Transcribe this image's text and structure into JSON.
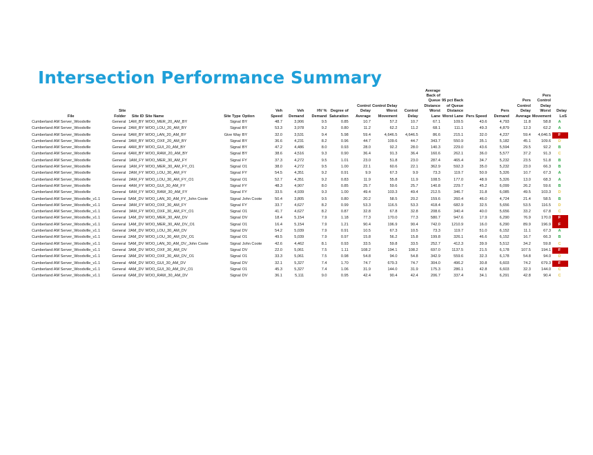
{
  "title": "Intersection Performance Summary",
  "colors": {
    "title": "#1E9FD8",
    "los_A": "#2AA745",
    "los_B": "#2AA745",
    "los_C": "#E0C341",
    "los_D": "#E0C341",
    "los_F_bg": "#C00000"
  },
  "columns": [
    "File",
    "Site Folder",
    "Site ID",
    "Site Name",
    "Site Type",
    "Option",
    "Veh Speed",
    "Veh Demand",
    "HV % Demand",
    "Degree of Saturation",
    "Control Delay Average",
    "Control Delay Worst Movement",
    "Control Delay",
    "Average Back of Queue Distance Worst Lane",
    "95 pct Back of Queue Distance Worst Lane",
    "Pers Speed",
    "Pers Demand",
    "Pers Control Delay Average",
    "Pers Control Delay Worst Movement",
    "Delay LoS"
  ],
  "rows": [
    [
      "Cumberland AM Server_Woodville",
      "General",
      "1AM_BY",
      "WOO_MER_20_AM_BY",
      "Signal",
      "BY",
      "48.7",
      "3,906",
      "9.5",
      "0.85",
      "10.7",
      "57.2",
      "10.7",
      "67.1",
      "109.5",
      "43.6",
      "4,793",
      "11.8",
      "58.8",
      "A"
    ],
    [
      "Cumberland AM Server_Woodville",
      "General",
      "2AM_BY",
      "WOO_LOU_20_AM_BY",
      "Signal",
      "BY",
      "53.3",
      "3,978",
      "9.2",
      "0.80",
      "11.2",
      "62.2",
      "11.2",
      "68.1",
      "111.1",
      "49.3",
      "4,879",
      "12.3",
      "62.2",
      "A"
    ],
    [
      "Cumberland AM Server_Woodville",
      "General",
      "5AM_BY",
      "WOO_LAN_20_AM_BY",
      "Give Way",
      "BY",
      "32.0",
      "3,531",
      "9.4",
      "5.98",
      "59.4",
      "4,646.5",
      "4,646.5",
      "86.6",
      "215.1",
      "32.0",
      "4,237",
      "59.4",
      "4,646.5",
      "F"
    ],
    [
      "Cumberland AM Server_Woodville",
      "General",
      "3AM_BY",
      "WOO_OXF_20_AM_BY",
      "Signal",
      "BY",
      "36.6",
      "4,231",
      "8.2",
      "0.96",
      "44.7",
      "109.6",
      "44.7",
      "343.7",
      "550.9",
      "35.1",
      "5,182",
      "45.1",
      "109.6",
      "D"
    ],
    [
      "Cumberland AM Server_Woodville",
      "General",
      "4AM_BY",
      "WOO_GUI_20_AM_BY",
      "Signal",
      "BY",
      "47.2",
      "4,486",
      "8.0",
      "0.93",
      "28.0",
      "92.2",
      "28.0",
      "140.3",
      "229.0",
      "43.6",
      "5,594",
      "29.5",
      "92.2",
      "B"
    ],
    [
      "Cumberland AM Server_Woodville",
      "General",
      "6AM_BY",
      "WOO_RAW_20_AM_BY",
      "Signal",
      "BY",
      "38.6",
      "4,516",
      "9.3",
      "0.90",
      "36.4",
      "91.3",
      "36.4",
      "160.6",
      "262.1",
      "36.0",
      "5,577",
      "37.2",
      "91.3",
      "C"
    ],
    [
      "Cumberland AM Server_Woodville",
      "General",
      "1AM_FY",
      "WOO_MER_30_AM_FY",
      "Signal",
      "FY",
      "37.3",
      "4,272",
      "9.5",
      "1.01",
      "23.0",
      "51.8",
      "23.0",
      "287.4",
      "465.4",
      "34.7",
      "5,232",
      "23.5",
      "51.8",
      "B"
    ],
    [
      "Cumberland AM Server_Woodville",
      "General",
      "1AM_FY",
      "WOO_MER_30_AM_FY_O1",
      "Signal",
      "O1",
      "38.0",
      "4,272",
      "9.5",
      "1.00",
      "22.1",
      "60.6",
      "22.1",
      "362.9",
      "592.3",
      "35.0",
      "5,232",
      "23.0",
      "66.3",
      "B"
    ],
    [
      "Cumberland AM Server_Woodville",
      "General",
      "2AM_FY",
      "WOO_LOU_30_AM_FY",
      "Signal",
      "FY",
      "54.5",
      "4,351",
      "9.2",
      "0.91",
      "9.9",
      "67.3",
      "9.9",
      "73.3",
      "119.7",
      "50.9",
      "5,326",
      "10.7",
      "67.3",
      "A"
    ],
    [
      "Cumberland AM Server_Woodville",
      "General",
      "2AM_FY",
      "WOO_LOU_30_AM_FY_O1",
      "Signal",
      "O1",
      "52.7",
      "4,351",
      "9.2",
      "0.83",
      "11.9",
      "55.8",
      "11.9",
      "108.5",
      "177.0",
      "48.9",
      "5,326",
      "13.0",
      "68.3",
      "A"
    ],
    [
      "Cumberland AM Server_Woodville",
      "General",
      "4AM_FY",
      "WOO_GUI_30_AM_FY",
      "Signal",
      "FY",
      "48.3",
      "4,907",
      "8.0",
      "0.85",
      "25.7",
      "59.6",
      "25.7",
      "140.8",
      "229.7",
      "45.2",
      "6,099",
      "26.2",
      "59.6",
      "B"
    ],
    [
      "Cumberland AM Server_Woodville",
      "General",
      "6AM_FY",
      "WOO_RAW_30_AM_FY",
      "Signal",
      "FY",
      "33.5",
      "4,939",
      "9.3",
      "1.00",
      "49.4",
      "103.3",
      "49.4",
      "212.5",
      "346.7",
      "31.8",
      "6,085",
      "49.5",
      "103.3",
      "D"
    ],
    [
      "Cumberland AM Server_Woodville_v1.1",
      "General",
      "5AM_DV",
      "WOO_LAN_30_AM_FY_John Coote",
      "Signal",
      "John Coote",
      "50.4",
      "3,805",
      "9.5",
      "0.80",
      "20.2",
      "58.5",
      "20.2",
      "159.6",
      "260.4",
      "46.0",
      "4,724",
      "21.4",
      "58.5",
      "B"
    ],
    [
      "Cumberland AM Server_Woodville_v1.1",
      "General",
      "3AM_FY",
      "WOO_OXF_30_AM_FY",
      "Signal",
      "FY",
      "33.7",
      "4,627",
      "8.2",
      "0.99",
      "53.3",
      "116.5",
      "53.3",
      "418.4",
      "682.9",
      "32.5",
      "5,656",
      "53.5",
      "116.5",
      "D"
    ],
    [
      "Cumberland AM Server_Woodville_v1.1",
      "General",
      "3AM_FY",
      "WOO_OXF_30_AM_FY_O1",
      "Signal",
      "O1",
      "41.7",
      "4,627",
      "8.2",
      "0.87",
      "32.8",
      "67.8",
      "32.8",
      "208.6",
      "340.4",
      "40.0",
      "5,656",
      "33.2",
      "67.8",
      "C"
    ],
    [
      "Cumberland AM Server_Woodville_v1.1",
      "General",
      "1AM_DV",
      "WOO_MER_30_AM_DV",
      "Signal",
      "DV",
      "18.4",
      "5,154",
      "7.9",
      "1.18",
      "77.3",
      "170.0",
      "77.3",
      "580.7",
      "947.6",
      "17.9",
      "6,290",
      "76.9",
      "170.0",
      "F"
    ],
    [
      "Cumberland AM Server_Woodville_v1.1",
      "General",
      "1AM_DV",
      "WOO_MER_30_AM_DV_O1",
      "Signal",
      "O1",
      "16.4",
      "5,154",
      "7.9",
      "1.21",
      "90.4",
      "196.9",
      "90.4",
      "742.0",
      "1210.9",
      "16.0",
      "6,290",
      "89.9",
      "196.9",
      "F"
    ],
    [
      "Cumberland AM Server_Woodville_v1.1",
      "General",
      "2AM_DV",
      "WOO_LOU_30_AM_DV",
      "Signal",
      "DV",
      "54.2",
      "5,039",
      "7.9",
      "0.91",
      "10.5",
      "67.3",
      "10.5",
      "73.3",
      "119.7",
      "51.0",
      "6,152",
      "11.1",
      "67.3",
      "A"
    ],
    [
      "Cumberland AM Server_Woodville_v1.1",
      "General",
      "2AM_DV",
      "WOO_LOU_30_AM_DV_O1",
      "Signal",
      "O1",
      "49.5",
      "5,039",
      "7.9",
      "0.97",
      "15.8",
      "56.2",
      "15.8",
      "199.8",
      "326.1",
      "46.6",
      "6,152",
      "16.7",
      "66.3",
      "B"
    ],
    [
      "Cumberland AM Server_Woodville_v1.1",
      "General",
      "5AM_DV",
      "WOO_LAN_30_AM_DV_John Coote",
      "Signal",
      "John Coote",
      "42.6",
      "4,462",
      "8.1",
      "0.93",
      "33.5",
      "59.8",
      "33.5",
      "252.7",
      "412.3",
      "39.9",
      "5,512",
      "34.2",
      "59.8",
      "C"
    ],
    [
      "Cumberland AM Server_Woodville_v1.1",
      "General",
      "3AM_DV",
      "WOO_OXF_30_AM_DV",
      "Signal",
      "DV",
      "22.0",
      "5,061",
      "7.5",
      "1.11",
      "108.2",
      "194.1",
      "108.2",
      "697.0",
      "1137.5",
      "21.5",
      "6,178",
      "107.5",
      "194.1",
      "F"
    ],
    [
      "Cumberland AM Server_Woodville_v1.1",
      "General",
      "3AM_DV",
      "WOO_OXF_30_AM_DV_O1",
      "Signal",
      "O1",
      "33.3",
      "5,061",
      "7.5",
      "0.98",
      "54.8",
      "94.0",
      "54.8",
      "342.9",
      "559.6",
      "32.3",
      "6,178",
      "54.8",
      "94.0",
      "D"
    ],
    [
      "Cumberland AM Server_Woodville_v1.1",
      "General",
      "4AM_DV",
      "WOO_GUI_30_AM_DV",
      "Signal",
      "DV",
      "32.1",
      "5,327",
      "7.4",
      "1.70",
      "74.7",
      "679.3",
      "74.7",
      "304.0",
      "496.2",
      "30.8",
      "6,603",
      "74.2",
      "679.3",
      "F"
    ],
    [
      "Cumberland AM Server_Woodville_v1.1",
      "General",
      "4AM_DV",
      "WOO_GUI_30_AM_DV_O1",
      "Signal",
      "O1",
      "45.3",
      "5,327",
      "7.4",
      "1.06",
      "31.9",
      "144.0",
      "31.9",
      "175.3",
      "286.1",
      "42.8",
      "6,603",
      "32.3",
      "144.0",
      "C"
    ],
    [
      "Cumberland AM Server_Woodville_v1.1",
      "General",
      "6AM_DV",
      "WOO_RAW_30_AM_DV",
      "Signal",
      "DV",
      "36.1",
      "5,111",
      "9.0",
      "0.95",
      "42.4",
      "90.4",
      "42.4",
      "206.7",
      "337.4",
      "34.1",
      "6,291",
      "42.8",
      "90.4",
      "C"
    ]
  ]
}
